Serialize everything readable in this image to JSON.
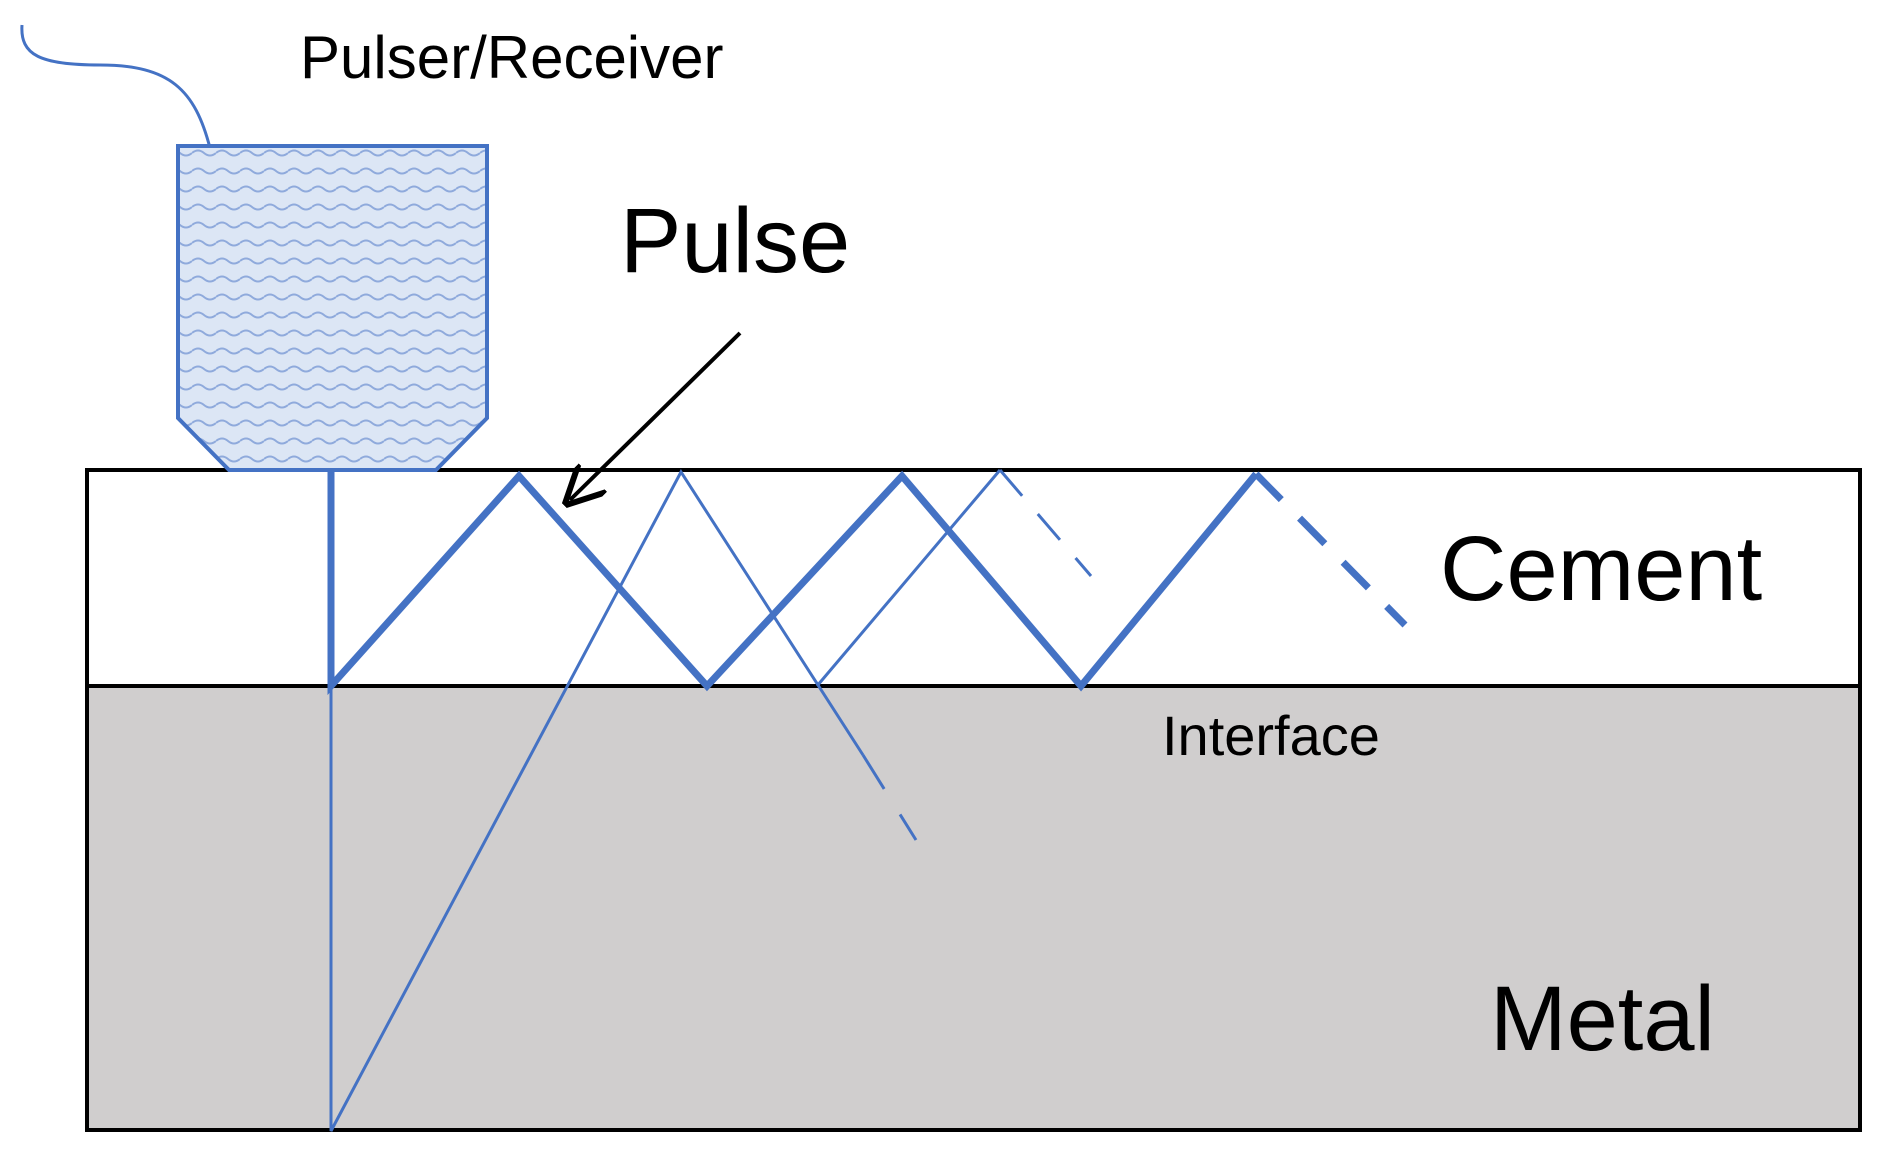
{
  "labels": {
    "pulser_receiver": "Pulser/Receiver",
    "pulse": "Pulse",
    "cement": "Cement",
    "interface": "Interface",
    "metal": "Metal"
  },
  "colors": {
    "wave": "#4472C4",
    "transducer_fill": "#DCE6F5",
    "metal_fill": "#D0CECE",
    "cement_fill": "#FFFFFF",
    "outline": "#000000"
  },
  "icons": {
    "transducer": "pulser-receiver-transducer-icon",
    "cable": "cable-icon",
    "arrow": "pulse-arrow-icon"
  }
}
